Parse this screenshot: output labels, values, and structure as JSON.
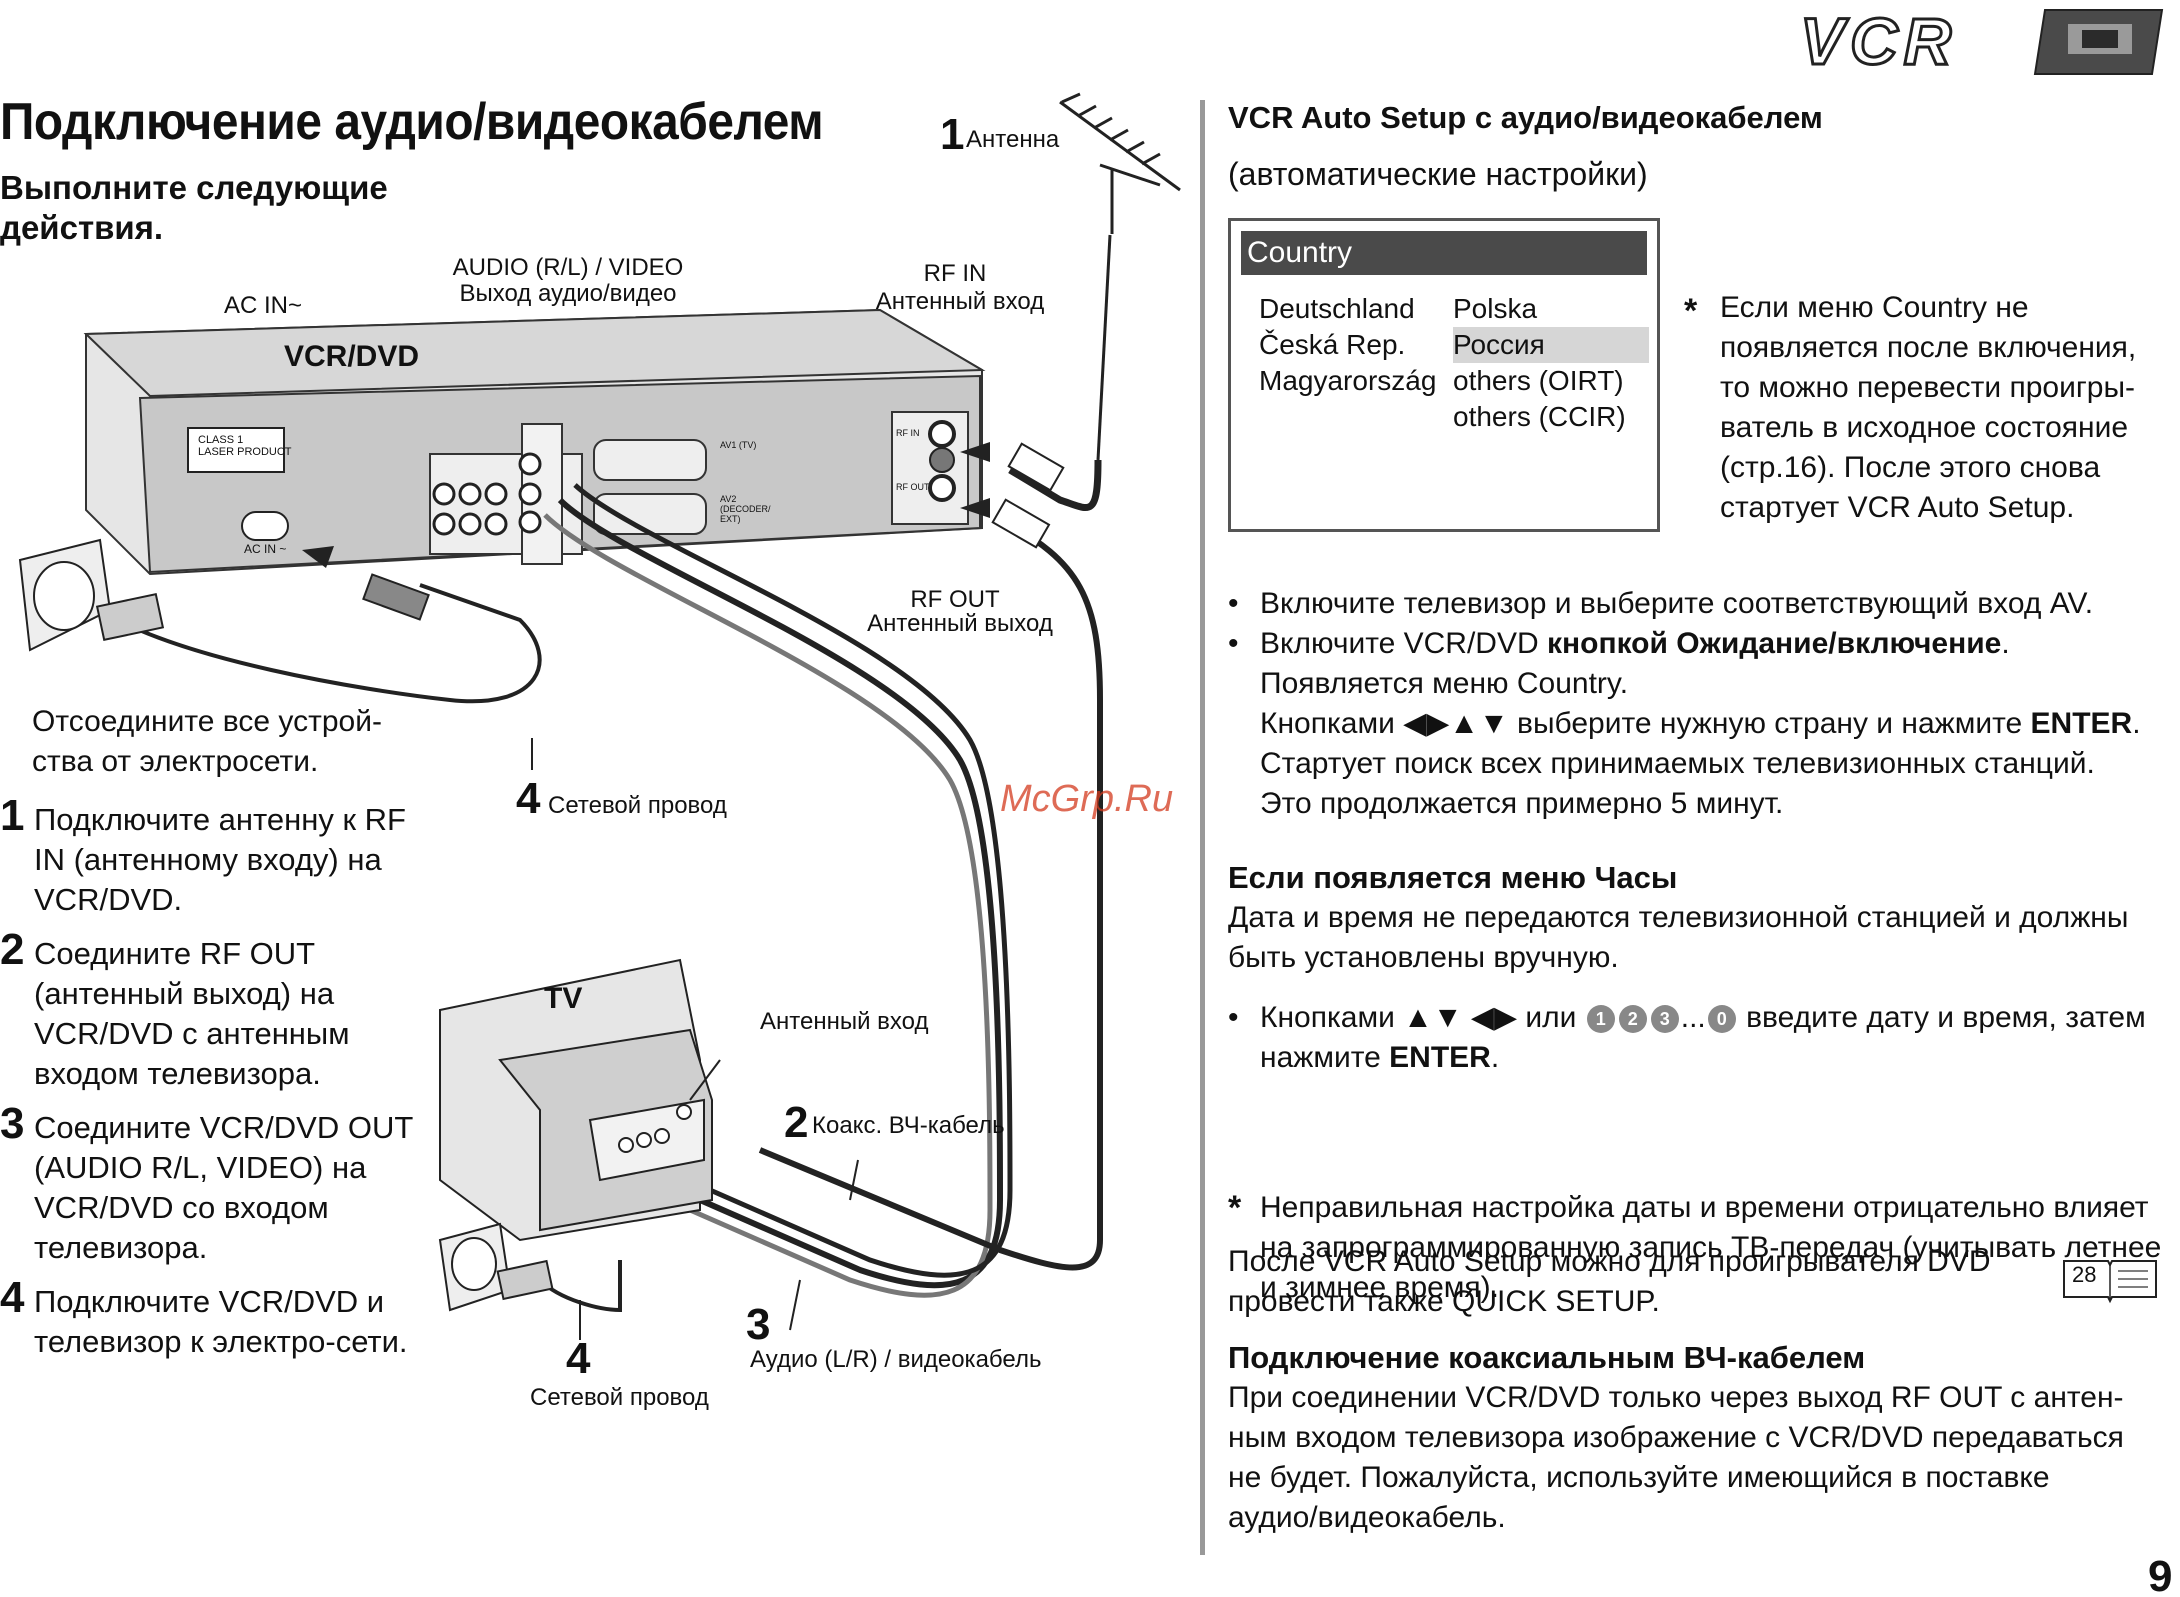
{
  "header": {
    "logo_text": "VCR",
    "title": "Подключение аудио/видеокабелем",
    "subtitle": "Выполните следующие действия."
  },
  "diagram": {
    "antenna_num": "1",
    "antenna_label": "Антенна",
    "audio_video_line1": "AUDIO (R/L) / VIDEO",
    "audio_video_line2": "Выход аудио/видео",
    "ac_in": "AC IN~",
    "vcr_dvd": "VCR/DVD",
    "rf_in_line1": "RF IN",
    "rf_in_line2": "Антенный вход",
    "rf_out_line1": "RF OUT",
    "rf_out_line2": "Антенный выход",
    "class1_line1": "CLASS 1",
    "class1_line2": "LASER PRODUCT",
    "ac_in_port": "AC IN ~",
    "av1": "AV1 (TV)",
    "av2": "AV2 (DECODER/ EXT)",
    "panel_rf_in": "RF IN",
    "panel_rf_out": "RF OUT",
    "tv": "TV",
    "tv_antenna_input": "Антенный вход",
    "coax_num": "2",
    "coax_label": "Коакс. ВЧ-кабель",
    "av_cable_num": "3",
    "av_cable_label": "Аудио (L/R) / видеокабель",
    "power_cord_num_top": "4",
    "power_cord_label_top": "Сетевой провод",
    "power_cord_num_bottom": "4",
    "power_cord_label_bottom": "Сетевой провод"
  },
  "disconnect_note": "Отсоедините все устрой-ства от электросети.",
  "steps": [
    {
      "num": "1",
      "text": "Подключите антенну к RF IN (антенному входу) на VCR/DVD."
    },
    {
      "num": "2",
      "text": "Соедините RF OUT (антенный выход) на VCR/DVD с антенным входом телевизора."
    },
    {
      "num": "3",
      "text": "Соедините VCR/DVD OUT (AUDIO R/L, VIDEO) на VCR/DVD со входом телевизора."
    },
    {
      "num": "4",
      "text": "Подключите VCR/DVD и телевизор к электро-сети."
    }
  ],
  "right": {
    "auto_setup_title": "VCR Auto Setup с аудио/видеокабелем",
    "auto_setup_sub": "(автоматические настройки)",
    "menu": {
      "header": "Country",
      "col1": [
        "Deutschland",
        "Česká Rep.",
        "Magyarország"
      ],
      "col2": [
        "Polska",
        "Россия",
        "others (OIRT)",
        "others (CCIR)"
      ],
      "selected": "Россия"
    },
    "star_note": "Если меню Country не появляется после включения, то можно перевести проигры-ватель в исходное состояние (стр.16). После этого снова стартует VCR Auto Setup.",
    "bullet1": "Включите телевизор и выберите соответствующий вход AV.",
    "bullet2_pre": "Включите VCR/DVD ",
    "bullet2_bold": "кнопкой Ожидание/включение",
    "bullet2_post": ".",
    "menu_appears": "Появляется меню Country.",
    "keys_pre": "Кнопками ◀▶▲▼ выберите нужную страну и нажмите ",
    "keys_enter": "ENTER",
    "keys_post": ".",
    "search_start": "Стартует поиск всех принимаемых телевизионных станций.",
    "duration": "Это продолжается примерно 5 минут.",
    "clock_title": "Если появляется меню Часы",
    "clock_text": "Дата и время не передаются телевизионной станцией и должны быть установлены вручную.",
    "clock_bullet_pre": "Кнопками ▲▼ ◀▶ или",
    "clock_keys": [
      "1",
      "2",
      "3",
      "0"
    ],
    "clock_ellipsis": "...",
    "clock_bullet_post": "введите дату и время, затем нажмите",
    "clock_enter": "ENTER",
    "wrong_note": "Неправильная настройка даты и времени отрицательно влияет на запрограммированную запись ТВ-передач (учитывать летнее и зимнее время).",
    "quick_setup": "После VCR Auto Setup можно для проигрывателя DVD провести также QUICK SETUP.",
    "book_ref": "28",
    "coax_title": "Подключение коаксиальным ВЧ-кабелем",
    "coax_text": "При соединении VCR/DVD только через выход RF OUT с антен-ным входом телевизора изображение с VCR/DVD передаваться не будет. Пожалуйста, используйте имеющийся в поставке аудио/видеокабель."
  },
  "watermark": "McGrp.Ru",
  "page_number": "9"
}
